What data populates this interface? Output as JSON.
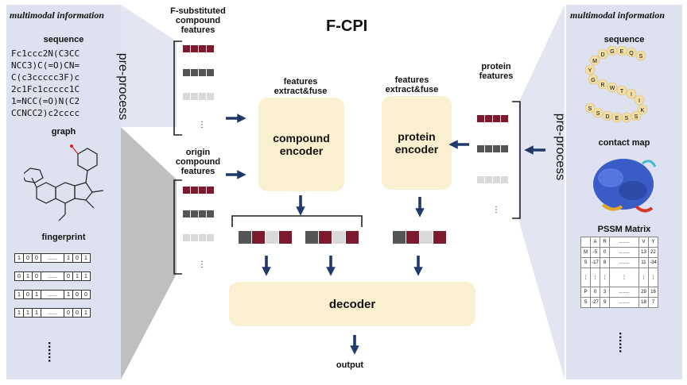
{
  "title": "F-CPI",
  "left_panel": {
    "heading": "multimodal information",
    "sequence_label": "sequence",
    "smiles_lines": [
      "Fc1ccc2N(C3CC",
      "NCC3)C(=O)CN=",
      "C(c3ccccc3F)c",
      "2c1Fc1ccccc1C",
      "1=NCC(=O)N(C2",
      "CCNCC2)c2cccc"
    ],
    "graph_label": "graph",
    "fingerprint_label": "fingerprint",
    "fingerprint_rows": [
      [
        "1",
        "0",
        "0",
        "......",
        "1",
        "0",
        "1"
      ],
      [
        "0",
        "1",
        "0",
        "......",
        "0",
        "1",
        "1"
      ],
      [
        "1",
        "0",
        "1",
        "......",
        "1",
        "0",
        "0"
      ],
      [
        "1",
        "1",
        "1",
        "......",
        "0",
        "0",
        "1"
      ]
    ],
    "ellipsis": "......"
  },
  "right_panel": {
    "heading": "multimodal information",
    "sequence_label": "sequence",
    "protein_letters": "DGEQSMYGRWTIIKSSEDSS",
    "contact_map_label": "contact map",
    "pssm_label": "PSSM Matrix",
    "pssm_rows": [
      [
        "",
        "A",
        "R",
        "........",
        "V",
        "Y"
      ],
      [
        "M",
        "-5",
        "0",
        "........",
        "13",
        "22"
      ],
      [
        "S",
        "-17",
        "8",
        "........",
        "11",
        "-34"
      ],
      [
        "⋮",
        "⋮",
        "⋮",
        "⋮",
        "⋮",
        "⋮"
      ],
      [
        "P",
        "0",
        "3",
        "........",
        "29",
        "16"
      ],
      [
        "S",
        "-27",
        "9",
        "........",
        "18",
        "7"
      ]
    ],
    "ellipsis": "......"
  },
  "preprocess_label": "pre-process",
  "labels": {
    "f_substituted": [
      "F-substituted",
      "compound",
      "features"
    ],
    "origin": [
      "origin",
      "compound",
      "features"
    ],
    "protein_features": [
      "protein",
      "features"
    ],
    "feat_left": [
      "features",
      "extract&fuse"
    ],
    "feat_right": [
      "features",
      "extract&fuse"
    ],
    "output": "output"
  },
  "boxes": {
    "compound_encoder": [
      "compound",
      "encoder"
    ],
    "protein_encoder": [
      "protein",
      "encoder"
    ],
    "decoder": "decoder"
  },
  "colors": {
    "panel_bg": "#dde1f0",
    "box_bg": "#faf0cf",
    "dark_red": "#7d1a2e",
    "dark_gray": "#555555",
    "light_gray": "#d9d9d9",
    "arrow": "#1f3a68"
  }
}
